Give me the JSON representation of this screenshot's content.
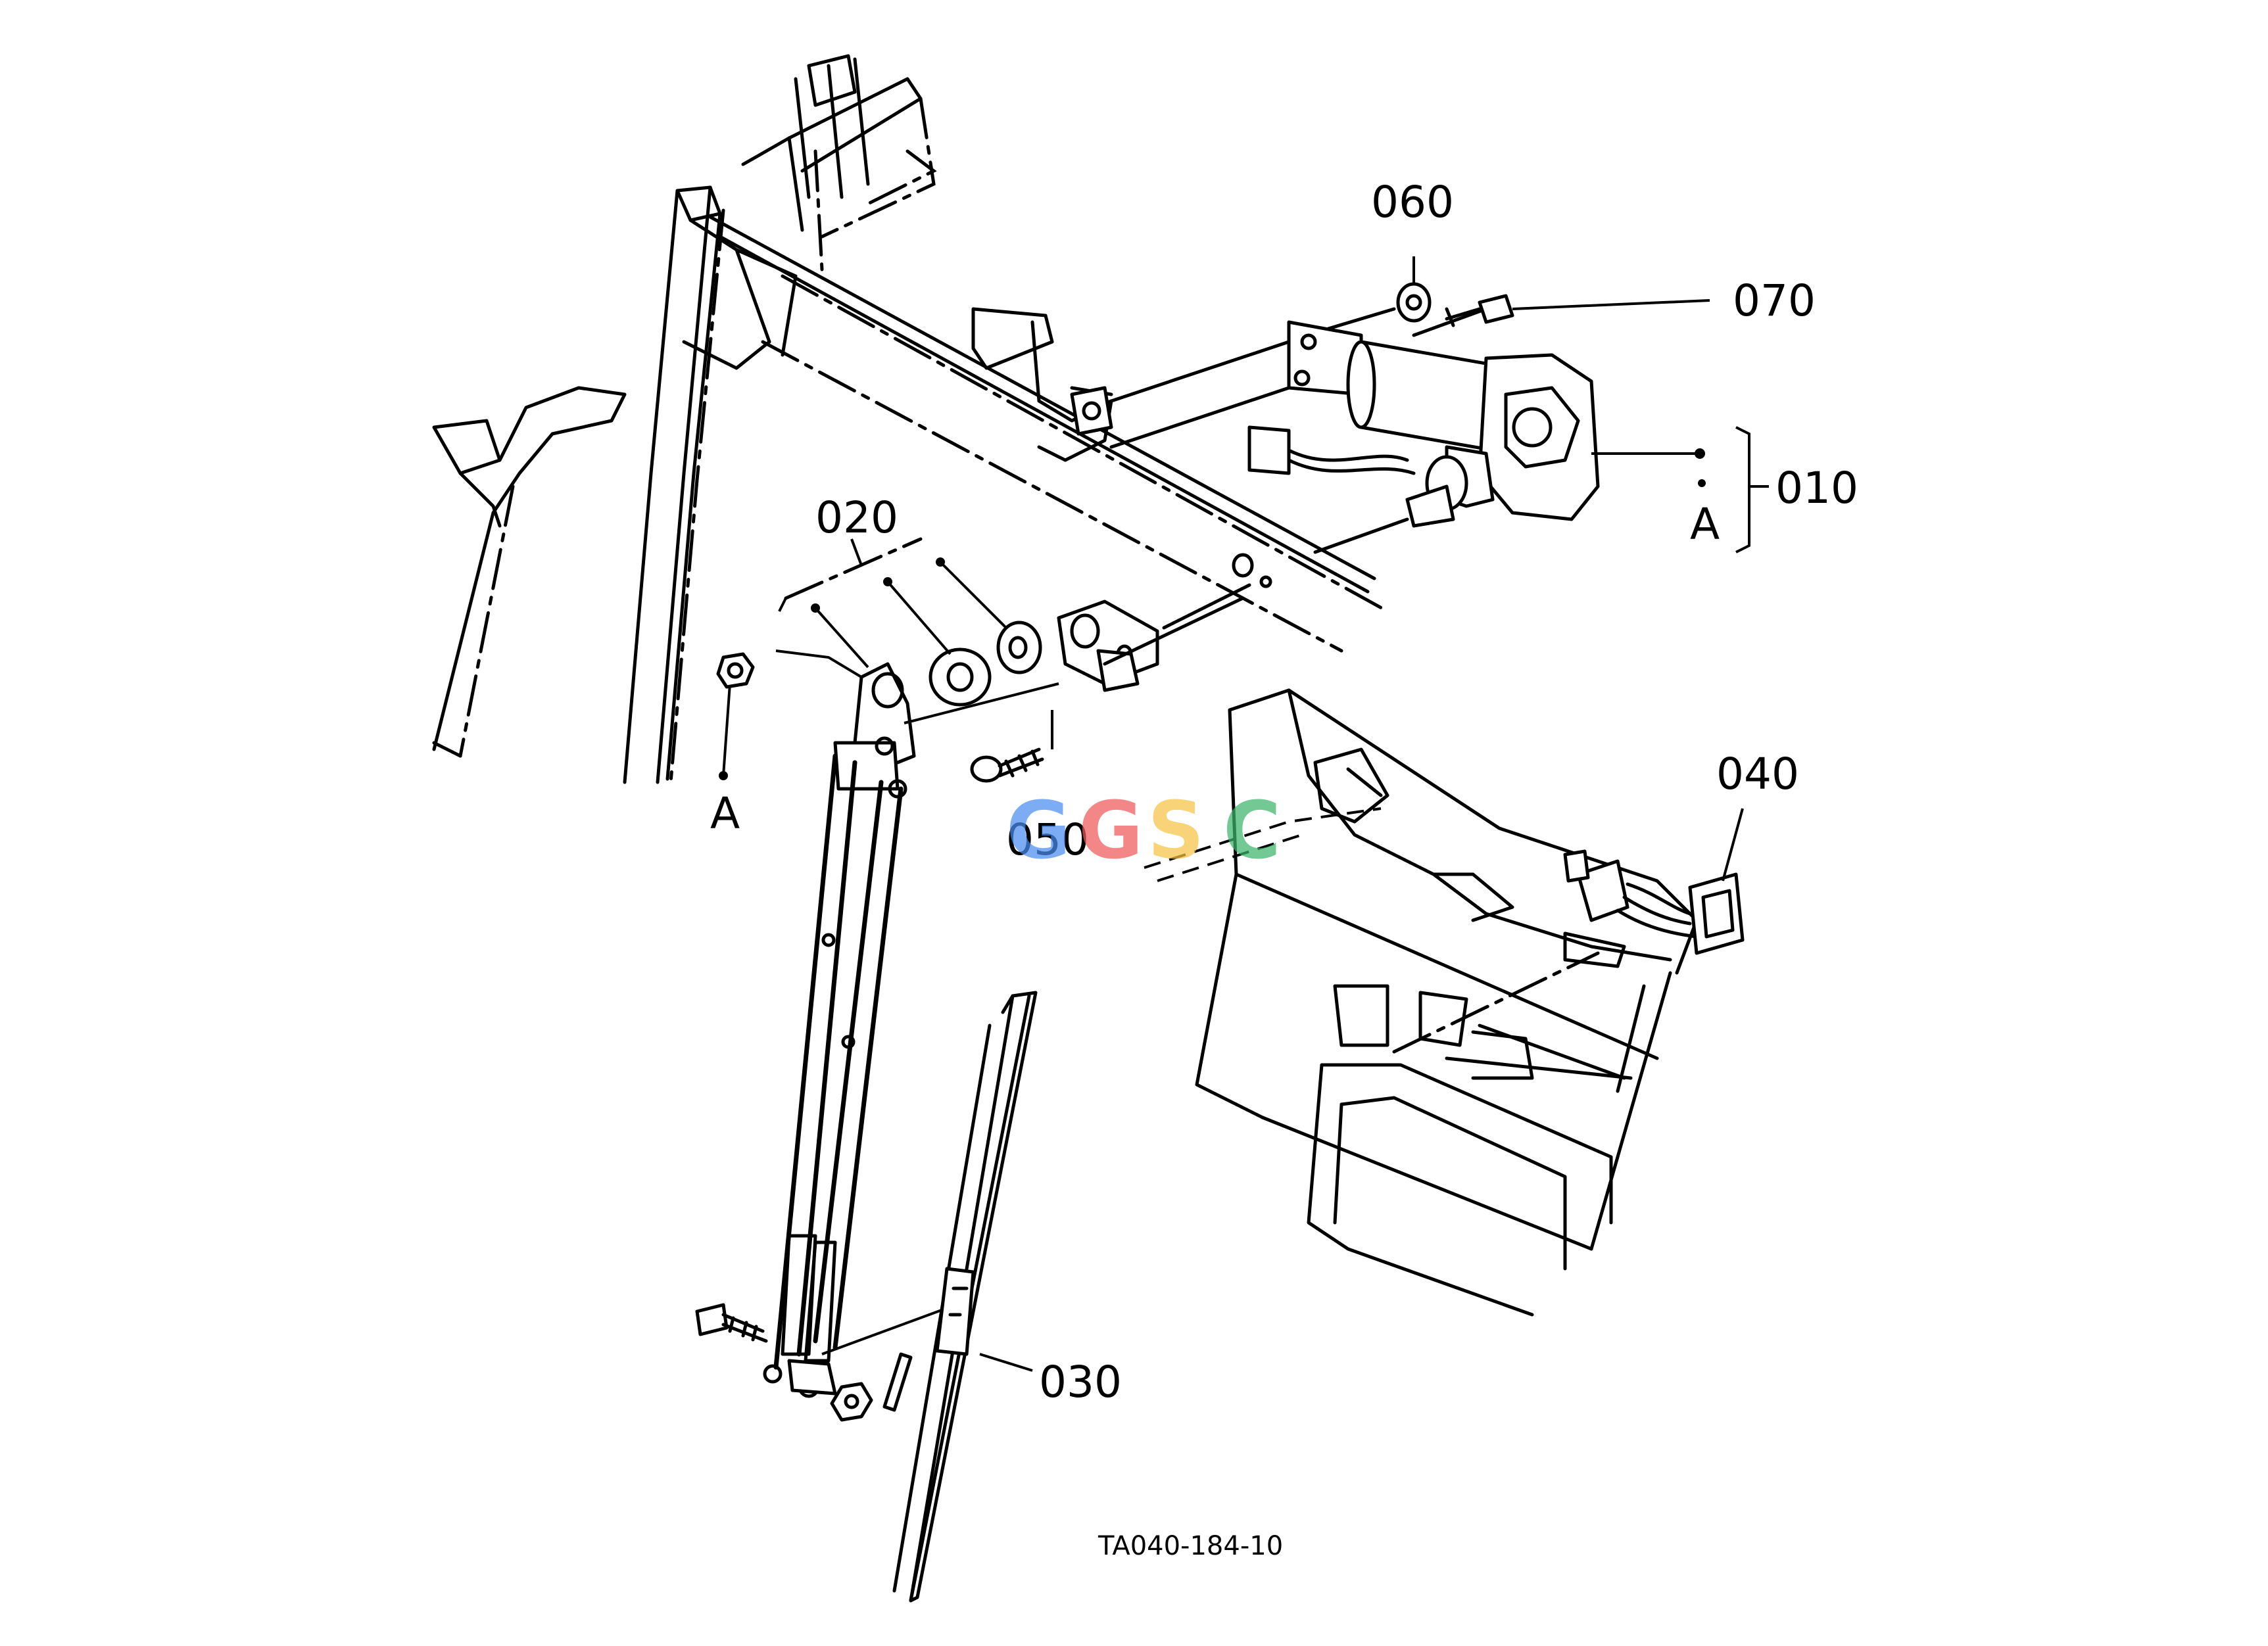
{
  "figure_ref": "TA040-184-10",
  "watermark": {
    "text": [
      "G",
      "G",
      "S",
      "C"
    ],
    "colors": [
      "#4a8ef0",
      "#ef5a5a",
      "#f6c343",
      "#3db56b"
    ]
  },
  "callouts": [
    {
      "id": "010",
      "label": "010"
    },
    {
      "id": "020",
      "label": "020"
    },
    {
      "id": "030",
      "label": "030"
    },
    {
      "id": "040",
      "label": "040"
    },
    {
      "id": "050",
      "label": "050"
    },
    {
      "id": "060",
      "label": "060"
    },
    {
      "id": "070",
      "label": "070"
    }
  ],
  "reference_marks": [
    {
      "id": "A_motor",
      "label": "A"
    },
    {
      "id": "A_nut",
      "label": "A"
    }
  ]
}
